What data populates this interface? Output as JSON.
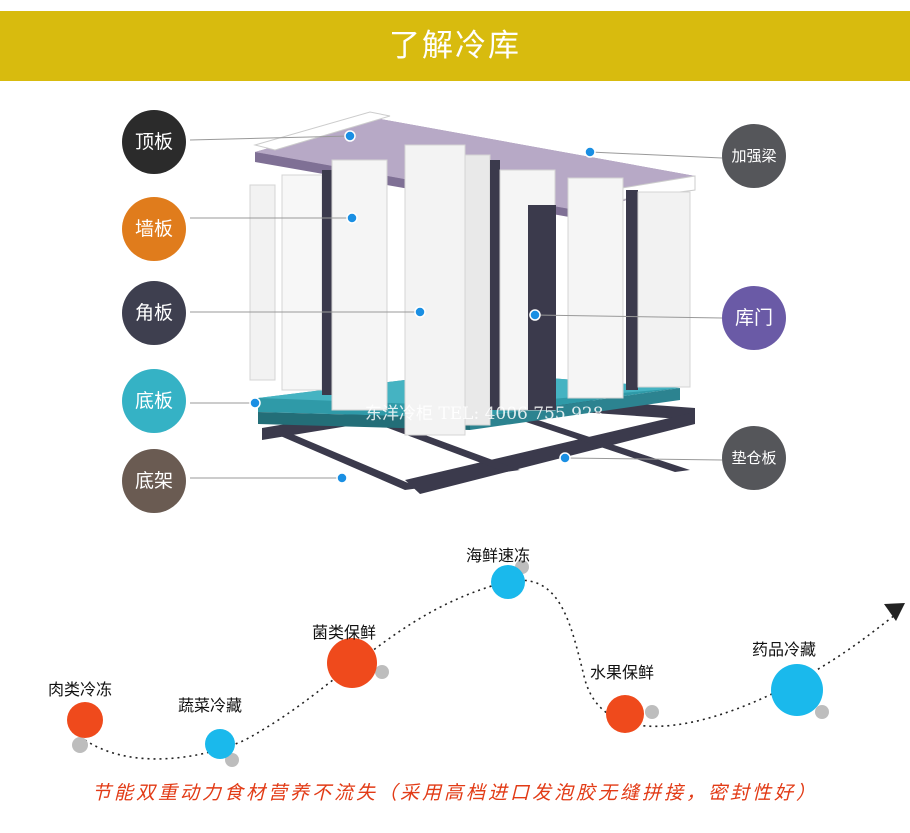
{
  "banner": {
    "title": "了解冷库",
    "color": "#d8bb0e"
  },
  "left_parts": [
    {
      "label": "顶板",
      "color": "#2b2b2b"
    },
    {
      "label": "墙板",
      "color": "#e07c1c"
    },
    {
      "label": "角板",
      "color": "#3e3f4f"
    },
    {
      "label": "底板",
      "color": "#35b2c5"
    },
    {
      "label": "底架",
      "color": "#6a5b52"
    }
  ],
  "right_parts": [
    {
      "label": "加强梁",
      "color": "#55565a"
    },
    {
      "label": "库门",
      "color": "#6a5aa6"
    },
    {
      "label": "垫仓板",
      "color": "#55565a"
    }
  ],
  "watermark": "东洋冷柜 TEL: 4006 755 928",
  "uses": [
    {
      "label": "肉类冷冻",
      "color": "#ef4a1c"
    },
    {
      "label": "蔬菜冷藏",
      "color": "#1ab9ec"
    },
    {
      "label": "菌类保鲜",
      "color": "#ef4a1c"
    },
    {
      "label": "海鲜速冻",
      "color": "#1ab9ec"
    },
    {
      "label": "水果保鲜",
      "color": "#ef4a1c"
    },
    {
      "label": "药品冷藏",
      "color": "#1ab9ec"
    }
  ],
  "slogan": "节能双重动力食材营养不流失（采用高档进口发泡胶无缝拼接，密封性好）"
}
